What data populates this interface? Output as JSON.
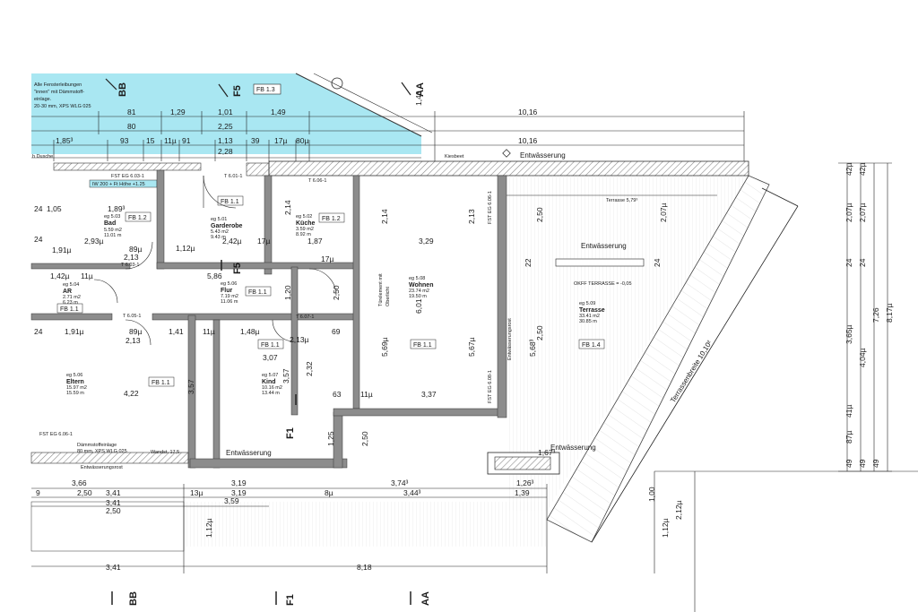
{
  "colors": {
    "highlight": "#a9e7f2",
    "wall": "#5a5a5a",
    "hatch": "#9a9a9a",
    "line": "#222222"
  },
  "note": {
    "lines": [
      "Alle Fensterleibungen",
      "\"innen\" mit Dämmstoff-",
      "einlage.",
      "20-30 mm, XPS WLG 025"
    ]
  },
  "sections": {
    "bb_top": "BB",
    "f5_top": "F5",
    "aa_top": "AA",
    "f5_mid": "F5",
    "f1_mid": "F1",
    "bb_bottom": "BB",
    "f1_bottom": "F1",
    "aa_bottom": "AA"
  },
  "fb_tags": {
    "fb13": "FB 1.3",
    "fb12_bad": "FB 1.2",
    "fb11_gard": "FB 1.1",
    "fb12_kueche": "FB 1.2",
    "fb11_flur": "FB 1.1",
    "fb11_ar": "FB 1.1",
    "fb11_wohnen": "FB 1.1",
    "fb11_kind_top": "FB 1.1",
    "fb11_eltern": "FB 1.1",
    "fb14": "FB 1.4"
  },
  "rooms": {
    "bad": {
      "num": "eg 5.03",
      "name": "Bad",
      "area": "5.59 m2",
      "perim": "11.01 m"
    },
    "garderobe": {
      "num": "eg 5.01",
      "name": "Garderobe",
      "area": "5.43 m2",
      "perim": "9.43 m"
    },
    "kueche": {
      "num": "eg 5.02",
      "name": "Küche",
      "area": "3.59 m2",
      "perim": "8.92 m"
    },
    "wohnen": {
      "num": "eg 5.08",
      "name": "Wohnen",
      "area": "23.74 m2",
      "perim": "19.50 m"
    },
    "terrasse": {
      "num": "eg 5.09",
      "name": "Terrasse",
      "area": "33.41 m2",
      "perim": "30.85 m"
    },
    "ar": {
      "num": "eg 5.04",
      "name": "AR",
      "area": "2.71 m2",
      "perim": "6.23 m"
    },
    "flur": {
      "num": "eg 5.06",
      "name": "Flur",
      "area": "7.19 m2",
      "perim": "11.06 m"
    },
    "eltern": {
      "num": "eg 5.06",
      "name": "Eltern",
      "area": "15.97 m2",
      "perim": "15.59 m"
    },
    "kind": {
      "num": "eg 5.07",
      "name": "Kind",
      "area": "10.16 m2",
      "perim": "13.44 m"
    }
  },
  "labels": {
    "kiesbeet": "Kiesbeet",
    "entw_top": "Entwässerung",
    "entw_terr": "Entwässerung",
    "entw_kind": "Entwässerung",
    "entw_bottom": "Entwässerung",
    "terrasse_dim": "Terrasse 5,79³",
    "okff": "OKFF TERRASSE = -0,05",
    "terrassenbreite": "Terrassenbreite 10,10²",
    "duesche": "h Dusche",
    "fst_top": "FST EG 6.03-1",
    "fenster_tag": "IW 200 + Ft Höhe +1.25",
    "t_gard": "T 6.01-1",
    "t_ar": "T 6.03-1",
    "t_flur": "T 6.05-1",
    "t_kueche": "T 6.06-1",
    "t_kind": "T 6.07-1",
    "fst_wohnen": "FST EG 6.06-1",
    "fst_eg_left": "FST EG 6.06-1",
    "fst_side": "FST EG 6.08-1",
    "daemm": "Dämmstoffeinlage",
    "daemm2": "80 mm, XPS WLG 025",
    "wandst": "Wandst. 17,5",
    "entw_rost": "Entwässerungsrost",
    "entwaesserungsrost": "Entwässerungsrost",
    "tuerelement": "Türelement mit",
    "tuerelement2": "Oberlicht"
  },
  "dims": {
    "d_81": "81",
    "d_129": "1,29",
    "d_101": "1,01",
    "d_149": "1,49",
    "d_80": "80",
    "d_225": "2,25",
    "d_1016a": "10,16",
    "d_1853": "1,85³",
    "d_93": "93",
    "d_155": "15",
    "d_115": "11µ",
    "d_91": "91",
    "d_113": "1,13",
    "d_39": "39",
    "d_175": "17µ",
    "d_805": "80µ",
    "d_228": "2,28",
    "d_1016b": "10,16",
    "d_140": "1,40",
    "d_24a": "24",
    "d_105": "1,05",
    "d_1893": "1,89³",
    "d_24b": "24",
    "d_1915a": "1,91µ",
    "d_2935": "2,93µ",
    "d_895a": "89µ",
    "d_115b": "1,12µ",
    "d_2425": "2,42µ",
    "d_175b": "17µ",
    "d_187": "1,87",
    "d_329": "3,29",
    "d_213a": "2,13",
    "d_1425": "1,42µ",
    "d_115c": "11µ",
    "d_586": "5,86",
    "d_24c": "24",
    "d_1915b": "1,91µ",
    "d_895b": "89µ",
    "d_213b": "2,13",
    "d_141": "1,41",
    "d_115d": "11µ",
    "d_1485": "1,48µ",
    "d_2135": "2,13µ",
    "d_69": "69",
    "d_307": "3,07",
    "d_422": "4,22",
    "d_357a": "3,57",
    "d_357b": "3,57",
    "d_232": "2,32",
    "d_63": "63",
    "d_115e": "11µ",
    "d_337": "3,37",
    "d_214a": "2,14",
    "d_214b": "2,14",
    "d_213c": "2,13",
    "d_250a": "2,50",
    "d_22": "22",
    "d_2075": "2,07µ",
    "d_24d": "24",
    "d_601": "6,01",
    "d_5695": "5,69µ",
    "d_5675": "5,67µ",
    "d_5683": "5,68³",
    "d_250b": "2,50",
    "d_120": "1,20",
    "d_175c": "17µ",
    "d_250c": "2,50",
    "d_125": "1,25",
    "d_366": "3,66",
    "d_250d": "2,50",
    "d_341a": "3,41",
    "d_9": "9",
    "d_135": "13µ",
    "d_319a": "3,19",
    "d_319b": "3,19",
    "d_85": "8µ",
    "d_3743": "3,74³",
    "d_1263": "1,26³",
    "d_3443": "3,44³",
    "d_139": "1,39",
    "d_359": "3,59",
    "d_341b": "3,41",
    "d_250e": "2,50",
    "d_1125": "1,12µ",
    "d_341c": "3,41",
    "d_818": "8,18",
    "d_1673": "1,67³",
    "r_425a": "42µ",
    "r_425b": "42µ",
    "r_2075a": "2,07µ",
    "r_2075b": "2,07µ",
    "r_24a": "24",
    "r_24b": "24",
    "r_3655": "3,65µ",
    "r_4045": "4,04µ",
    "r_726": "7,26",
    "r_8175": "8,17µ",
    "r_415": "41µ",
    "r_875": "87µ",
    "r_49a": "49",
    "r_49b": "49",
    "r_49c": "49",
    "b_100": "1,00",
    "b_1125": "1,12µ",
    "b_2125": "2,12µ"
  }
}
